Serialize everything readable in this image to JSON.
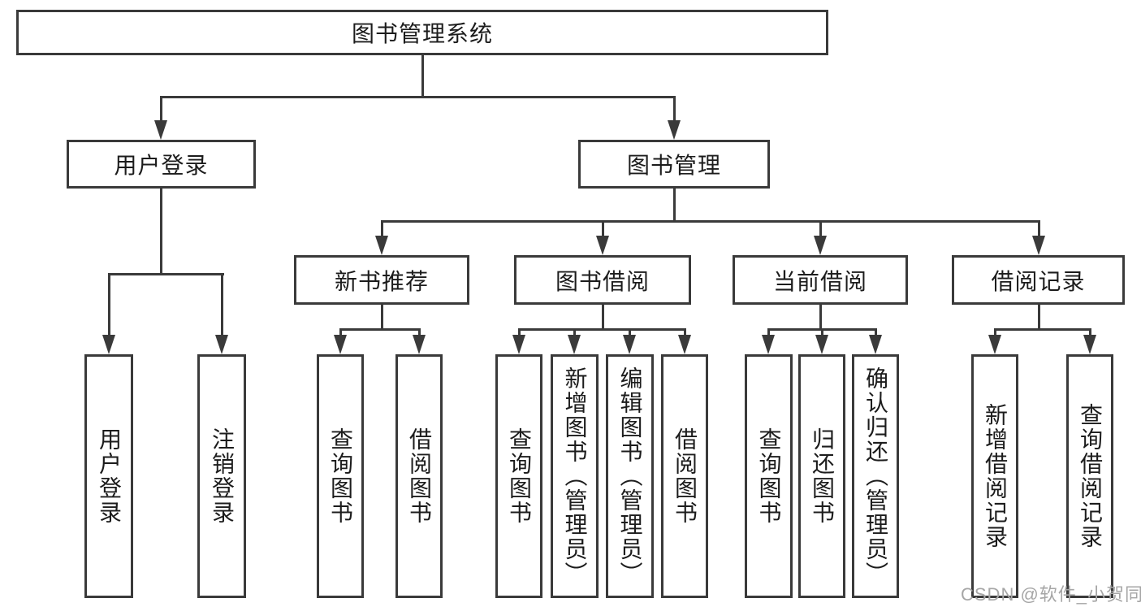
{
  "diagram": {
    "root": {
      "label": "图书管理系统"
    },
    "level2": [
      {
        "label": "用户登录",
        "leaves": [
          {
            "label": "用户登录"
          },
          {
            "label": "注销登录"
          }
        ]
      },
      {
        "label": "图书管理",
        "groups": [
          {
            "label": "新书推荐",
            "leaves": [
              {
                "label": "查询图书"
              },
              {
                "label": "借阅图书"
              }
            ]
          },
          {
            "label": "图书借阅",
            "leaves": [
              {
                "label": "查询图书"
              },
              {
                "label": "新增图书（管理员）"
              },
              {
                "label": "编辑图书（管理员）"
              },
              {
                "label": "借阅图书"
              }
            ]
          },
          {
            "label": "当前借阅",
            "leaves": [
              {
                "label": "查询图书"
              },
              {
                "label": "归还图书"
              },
              {
                "label": "确认归还（管理员）"
              }
            ]
          },
          {
            "label": "借阅记录",
            "leaves": [
              {
                "label": "新增借阅记录"
              },
              {
                "label": "查询借阅记录"
              }
            ]
          }
        ]
      }
    ]
  },
  "watermark": {
    "text": "CSDN @软件_小贺同学",
    "color": "#a6a6a6"
  },
  "colors": {
    "line": "#3a3a3a",
    "text": "#1c1c1c",
    "background": "#ffffff"
  }
}
